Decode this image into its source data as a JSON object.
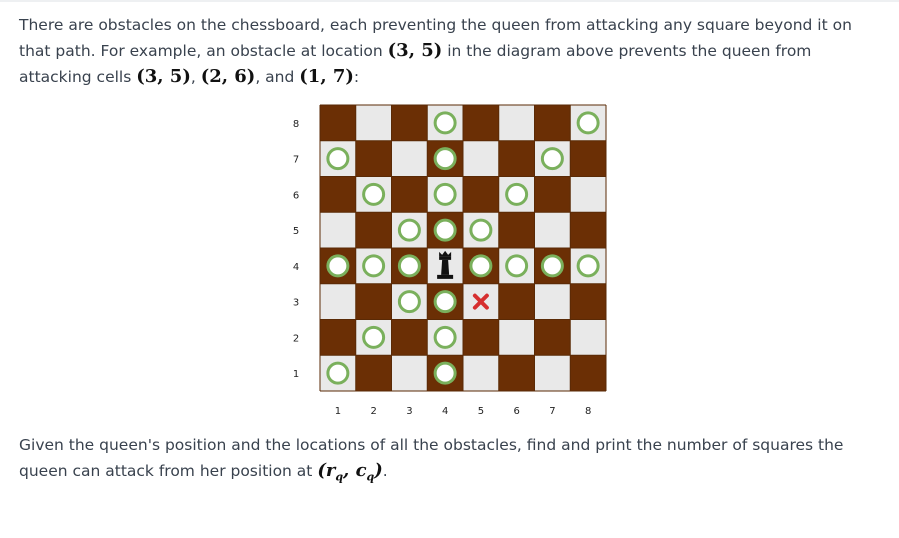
{
  "intro": {
    "t1": "There are obstacles on the chessboard, each preventing the queen from attacking any square beyond it on that path. For example, an obstacle at location ",
    "m1": "(3, 5)",
    "t2": " in the diagram above prevents the queen from attacking cells ",
    "m2": "(3, 5)",
    "t3": ", ",
    "m3": "(2, 6)",
    "t4": ", and ",
    "m4": "(1, 7)",
    "t5": ":"
  },
  "board": {
    "rank_labels": [
      "8",
      "7",
      "6",
      "5",
      "4",
      "3",
      "2",
      "1"
    ],
    "file_labels": [
      "1",
      "2",
      "3",
      "4",
      "5",
      "6",
      "7",
      "8"
    ],
    "queen": {
      "row": 4,
      "col": 4
    },
    "obstacles": [
      {
        "row": 3,
        "col": 5
      }
    ],
    "attackable": [
      {
        "row": 8,
        "col": 4
      },
      {
        "row": 8,
        "col": 8
      },
      {
        "row": 7,
        "col": 1
      },
      {
        "row": 7,
        "col": 4
      },
      {
        "row": 7,
        "col": 7
      },
      {
        "row": 6,
        "col": 2
      },
      {
        "row": 6,
        "col": 4
      },
      {
        "row": 6,
        "col": 6
      },
      {
        "row": 5,
        "col": 3
      },
      {
        "row": 5,
        "col": 4
      },
      {
        "row": 5,
        "col": 5
      },
      {
        "row": 4,
        "col": 1
      },
      {
        "row": 4,
        "col": 2
      },
      {
        "row": 4,
        "col": 3
      },
      {
        "row": 4,
        "col": 5
      },
      {
        "row": 4,
        "col": 6
      },
      {
        "row": 4,
        "col": 7
      },
      {
        "row": 4,
        "col": 8
      },
      {
        "row": 3,
        "col": 3
      },
      {
        "row": 3,
        "col": 4
      },
      {
        "row": 2,
        "col": 2
      },
      {
        "row": 2,
        "col": 4
      },
      {
        "row": 1,
        "col": 1
      },
      {
        "row": 1,
        "col": 4
      }
    ],
    "colors": {
      "dark": "#6b2f05",
      "light": "#e9e9e9",
      "marker_stroke": "#7ab05c",
      "marker_fill": "#ffffff",
      "obstacle": "#d62f2f",
      "queen": "#111111"
    },
    "icons": {
      "queen": "queen-icon",
      "obstacle": "obstacle-x-icon",
      "attack": "attack-circle-icon"
    }
  },
  "outro": {
    "t1": "Given the queen's position and the locations of all the obstacles, find and print the number of squares the queen can attack from her position at ",
    "m1": "(r",
    "sub1": "q",
    "m2": ", c",
    "sub2": "q",
    "m3": ")",
    "t2": "."
  }
}
